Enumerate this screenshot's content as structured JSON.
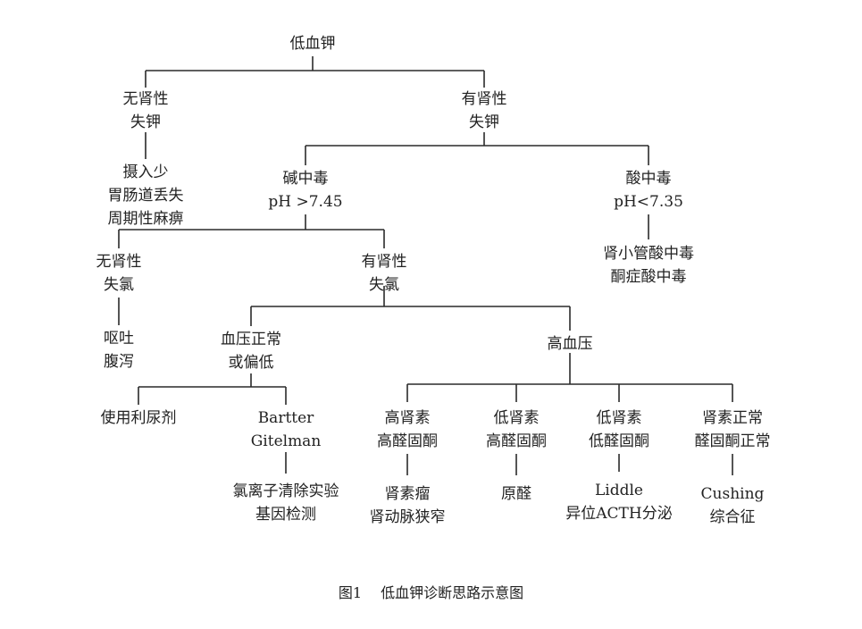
{
  "nodes": {
    "root": [
      "低血钾"
    ],
    "non_renal_k_loss": [
      "无肾性",
      "失钾"
    ],
    "renal_k_loss": [
      "有肾性",
      "失钾"
    ],
    "non_renal_causes": [
      "摄入少",
      "胃肠道丢失",
      "周期性麻痹"
    ],
    "alkalosis": [
      "碱中毒",
      "pH >7.45"
    ],
    "acidosis": [
      "酸中毒",
      "pH<7.35"
    ],
    "acidosis_causes": [
      "肾小管酸中毒",
      "酮症酸中毒"
    ],
    "non_renal_cl_loss": [
      "无肾性",
      "失氯"
    ],
    "renal_cl_loss": [
      "有肾性",
      "失氯"
    ],
    "vomit_diarrhea": [
      "呕吐",
      "腹泻"
    ],
    "normal_low_bp": [
      "血压正常",
      "或偏低"
    ],
    "hypertension": [
      "高血压"
    ],
    "diuretic": [
      "使用利尿剂"
    ],
    "bartter_gitelman": [
      "Bartter",
      "Gitelman"
    ],
    "cl_clearance_gene": [
      "氯离子清除实验",
      "基因检测"
    ],
    "high_renin": [
      "高肾素",
      "高醛固酮"
    ],
    "low_renin_high_ald": [
      "低肾素",
      "高醛固酮"
    ],
    "low_renin_low_ald": [
      "低肾素",
      "低醛固酮"
    ],
    "normal_renin": [
      "肾素正常",
      "醛固酮正常"
    ],
    "reninoma": [
      "肾素瘤",
      "肾动脉狭窄"
    ],
    "primary_ald": [
      "原醛"
    ],
    "liddle": [
      "Liddle",
      "异位ACTH分泌"
    ],
    "cushing": [
      "Cushing",
      "综合征"
    ]
  },
  "caption": {
    "figure_no": "图1",
    "title": "低血钾诊断思路示意图"
  }
}
